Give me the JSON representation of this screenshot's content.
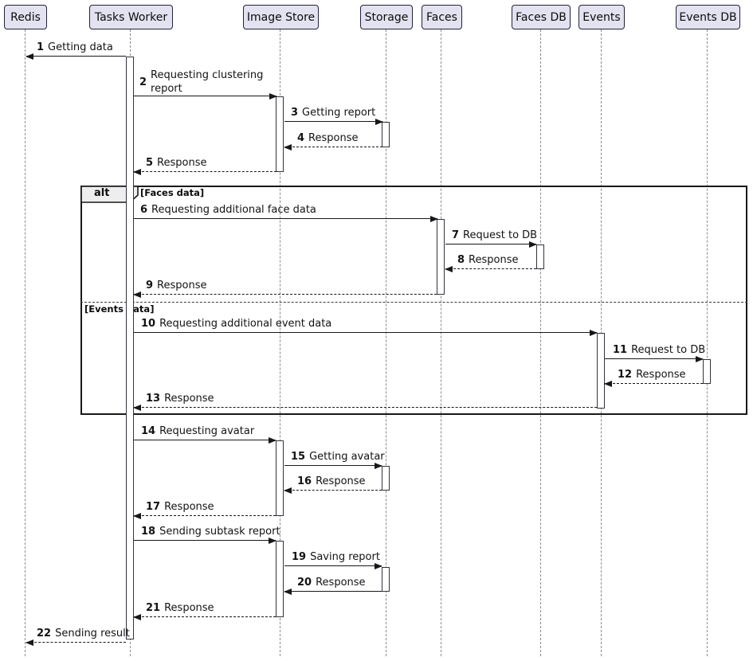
{
  "diagram_type": "uml-sequence-diagram",
  "colors": {
    "participant_fill": "#E2E2F0",
    "participant_border": "#23233a",
    "line": "#181818",
    "lifeline": "#8a8a97",
    "frame_tab_fill": "#EEEEEE",
    "background": "#ffffff"
  },
  "participants": [
    {
      "name": "Redis"
    },
    {
      "name": "Tasks Worker"
    },
    {
      "name": "Image Store"
    },
    {
      "name": "Storage"
    },
    {
      "name": "Faces"
    },
    {
      "name": "Faces DB"
    },
    {
      "name": "Events"
    },
    {
      "name": "Events DB"
    }
  ],
  "alt_frame": {
    "operator": "alt",
    "guard_faces": "[Faces data]",
    "guard_events": "[Events data]"
  },
  "messages": [
    {
      "num": "1",
      "text": "Getting data",
      "from": "Tasks Worker",
      "to": "Redis",
      "line": "solid"
    },
    {
      "num": "2",
      "text": "Requesting clustering report",
      "from": "Tasks Worker",
      "to": "Image Store",
      "line": "solid"
    },
    {
      "num": "3",
      "text": "Getting report",
      "from": "Image Store",
      "to": "Storage",
      "line": "solid"
    },
    {
      "num": "4",
      "text": "Response",
      "from": "Storage",
      "to": "Image Store",
      "line": "dashed"
    },
    {
      "num": "5",
      "text": "Response",
      "from": "Image Store",
      "to": "Tasks Worker",
      "line": "dashed"
    },
    {
      "num": "6",
      "text": "Requesting additional face data",
      "from": "Tasks Worker",
      "to": "Faces",
      "line": "solid"
    },
    {
      "num": "7",
      "text": "Request to DB",
      "from": "Faces",
      "to": "Faces DB",
      "line": "solid"
    },
    {
      "num": "8",
      "text": "Response",
      "from": "Faces DB",
      "to": "Faces",
      "line": "dashed"
    },
    {
      "num": "9",
      "text": "Response",
      "from": "Faces",
      "to": "Tasks Worker",
      "line": "dashed"
    },
    {
      "num": "10",
      "text": "Requesting additional event data",
      "from": "Tasks Worker",
      "to": "Events",
      "line": "solid"
    },
    {
      "num": "11",
      "text": "Request to DB",
      "from": "Events",
      "to": "Events DB",
      "line": "solid"
    },
    {
      "num": "12",
      "text": "Response",
      "from": "Events DB",
      "to": "Events",
      "line": "dashed"
    },
    {
      "num": "13",
      "text": "Response",
      "from": "Events",
      "to": "Tasks Worker",
      "line": "dashed"
    },
    {
      "num": "14",
      "text": "Requesting avatar",
      "from": "Tasks Worker",
      "to": "Image Store",
      "line": "solid"
    },
    {
      "num": "15",
      "text": "Getting avatar",
      "from": "Image Store",
      "to": "Storage",
      "line": "solid"
    },
    {
      "num": "16",
      "text": "Response",
      "from": "Storage",
      "to": "Image Store",
      "line": "dashed"
    },
    {
      "num": "17",
      "text": "Response",
      "from": "Image Store",
      "to": "Tasks Worker",
      "line": "dashed"
    },
    {
      "num": "18",
      "text": "Sending subtask report",
      "from": "Tasks Worker",
      "to": "Image Store",
      "line": "solid"
    },
    {
      "num": "19",
      "text": "Saving report",
      "from": "Image Store",
      "to": "Storage",
      "line": "solid"
    },
    {
      "num": "20",
      "text": "Response",
      "from": "Storage",
      "to": "Image Store",
      "line": "solid"
    },
    {
      "num": "21",
      "text": "Response",
      "from": "Image Store",
      "to": "Tasks Worker",
      "line": "dashed"
    },
    {
      "num": "22",
      "text": "Sending result",
      "from": "Tasks Worker",
      "to": "Redis",
      "line": "dashed"
    }
  ]
}
